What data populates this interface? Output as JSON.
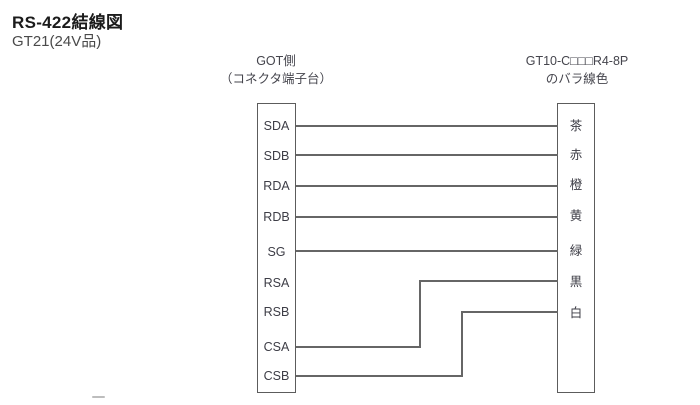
{
  "page": {
    "title": "RS-422結線図",
    "subtitle": "GT21(24V品)"
  },
  "diagram": {
    "line_color": "#666666",
    "left_terminal": {
      "header_line1": "GOT側",
      "header_line2": "（コネクタ端子台）",
      "pins": [
        "SDA",
        "SDB",
        "RDA",
        "RDB",
        "SG",
        "RSA",
        "RSB",
        "CSA",
        "CSB"
      ]
    },
    "right_terminal": {
      "header_line1": "GT10-C□□□R4-8P",
      "header_line2": "のバラ線色",
      "wire_colors": [
        "茶",
        "赤",
        "橙",
        "黄",
        "緑",
        "黒",
        "白"
      ]
    },
    "connections": [
      {
        "from_pin": "SDA",
        "to_wire": "茶",
        "route": "straight"
      },
      {
        "from_pin": "SDB",
        "to_wire": "赤",
        "route": "straight"
      },
      {
        "from_pin": "RDA",
        "to_wire": "橙",
        "route": "straight"
      },
      {
        "from_pin": "RDB",
        "to_wire": "黄",
        "route": "straight"
      },
      {
        "from_pin": "SG",
        "to_wire": "緑",
        "route": "straight"
      },
      {
        "from_pin": "CSA",
        "to_wire": "黒",
        "route": "elbow"
      },
      {
        "from_pin": "CSB",
        "to_wire": "白",
        "route": "elbow"
      }
    ]
  }
}
